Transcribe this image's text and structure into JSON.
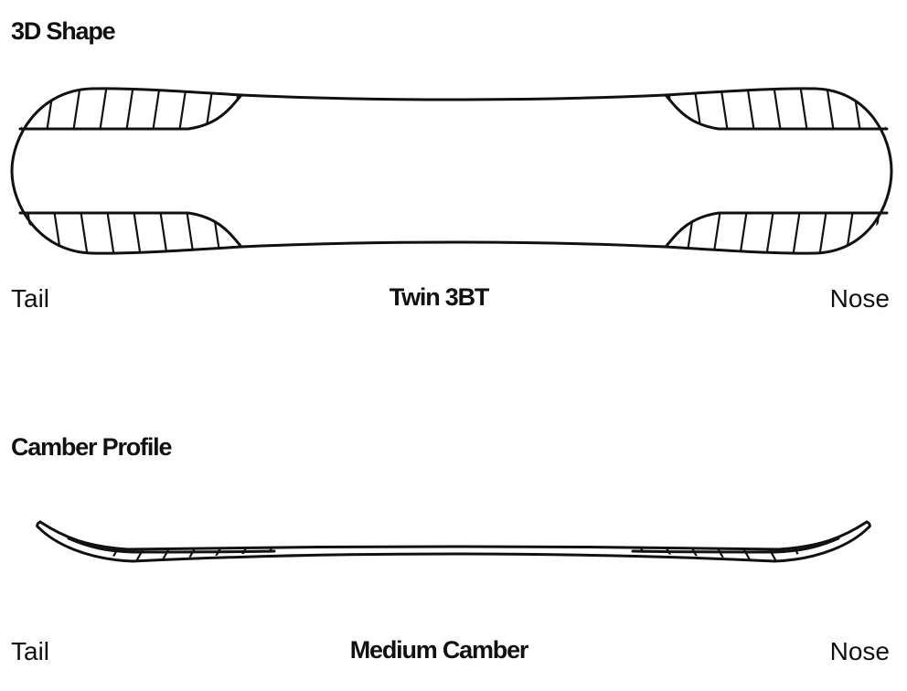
{
  "shape_section": {
    "title": "3D Shape",
    "tail_label": "Tail",
    "nose_label": "Nose",
    "shape_name": "Twin 3BT"
  },
  "profile_section": {
    "title": "Camber Profile",
    "tail_label": "Tail",
    "nose_label": "Nose",
    "profile_name": "Medium Camber"
  },
  "colors": {
    "line": "#111111",
    "background": "#ffffff"
  }
}
